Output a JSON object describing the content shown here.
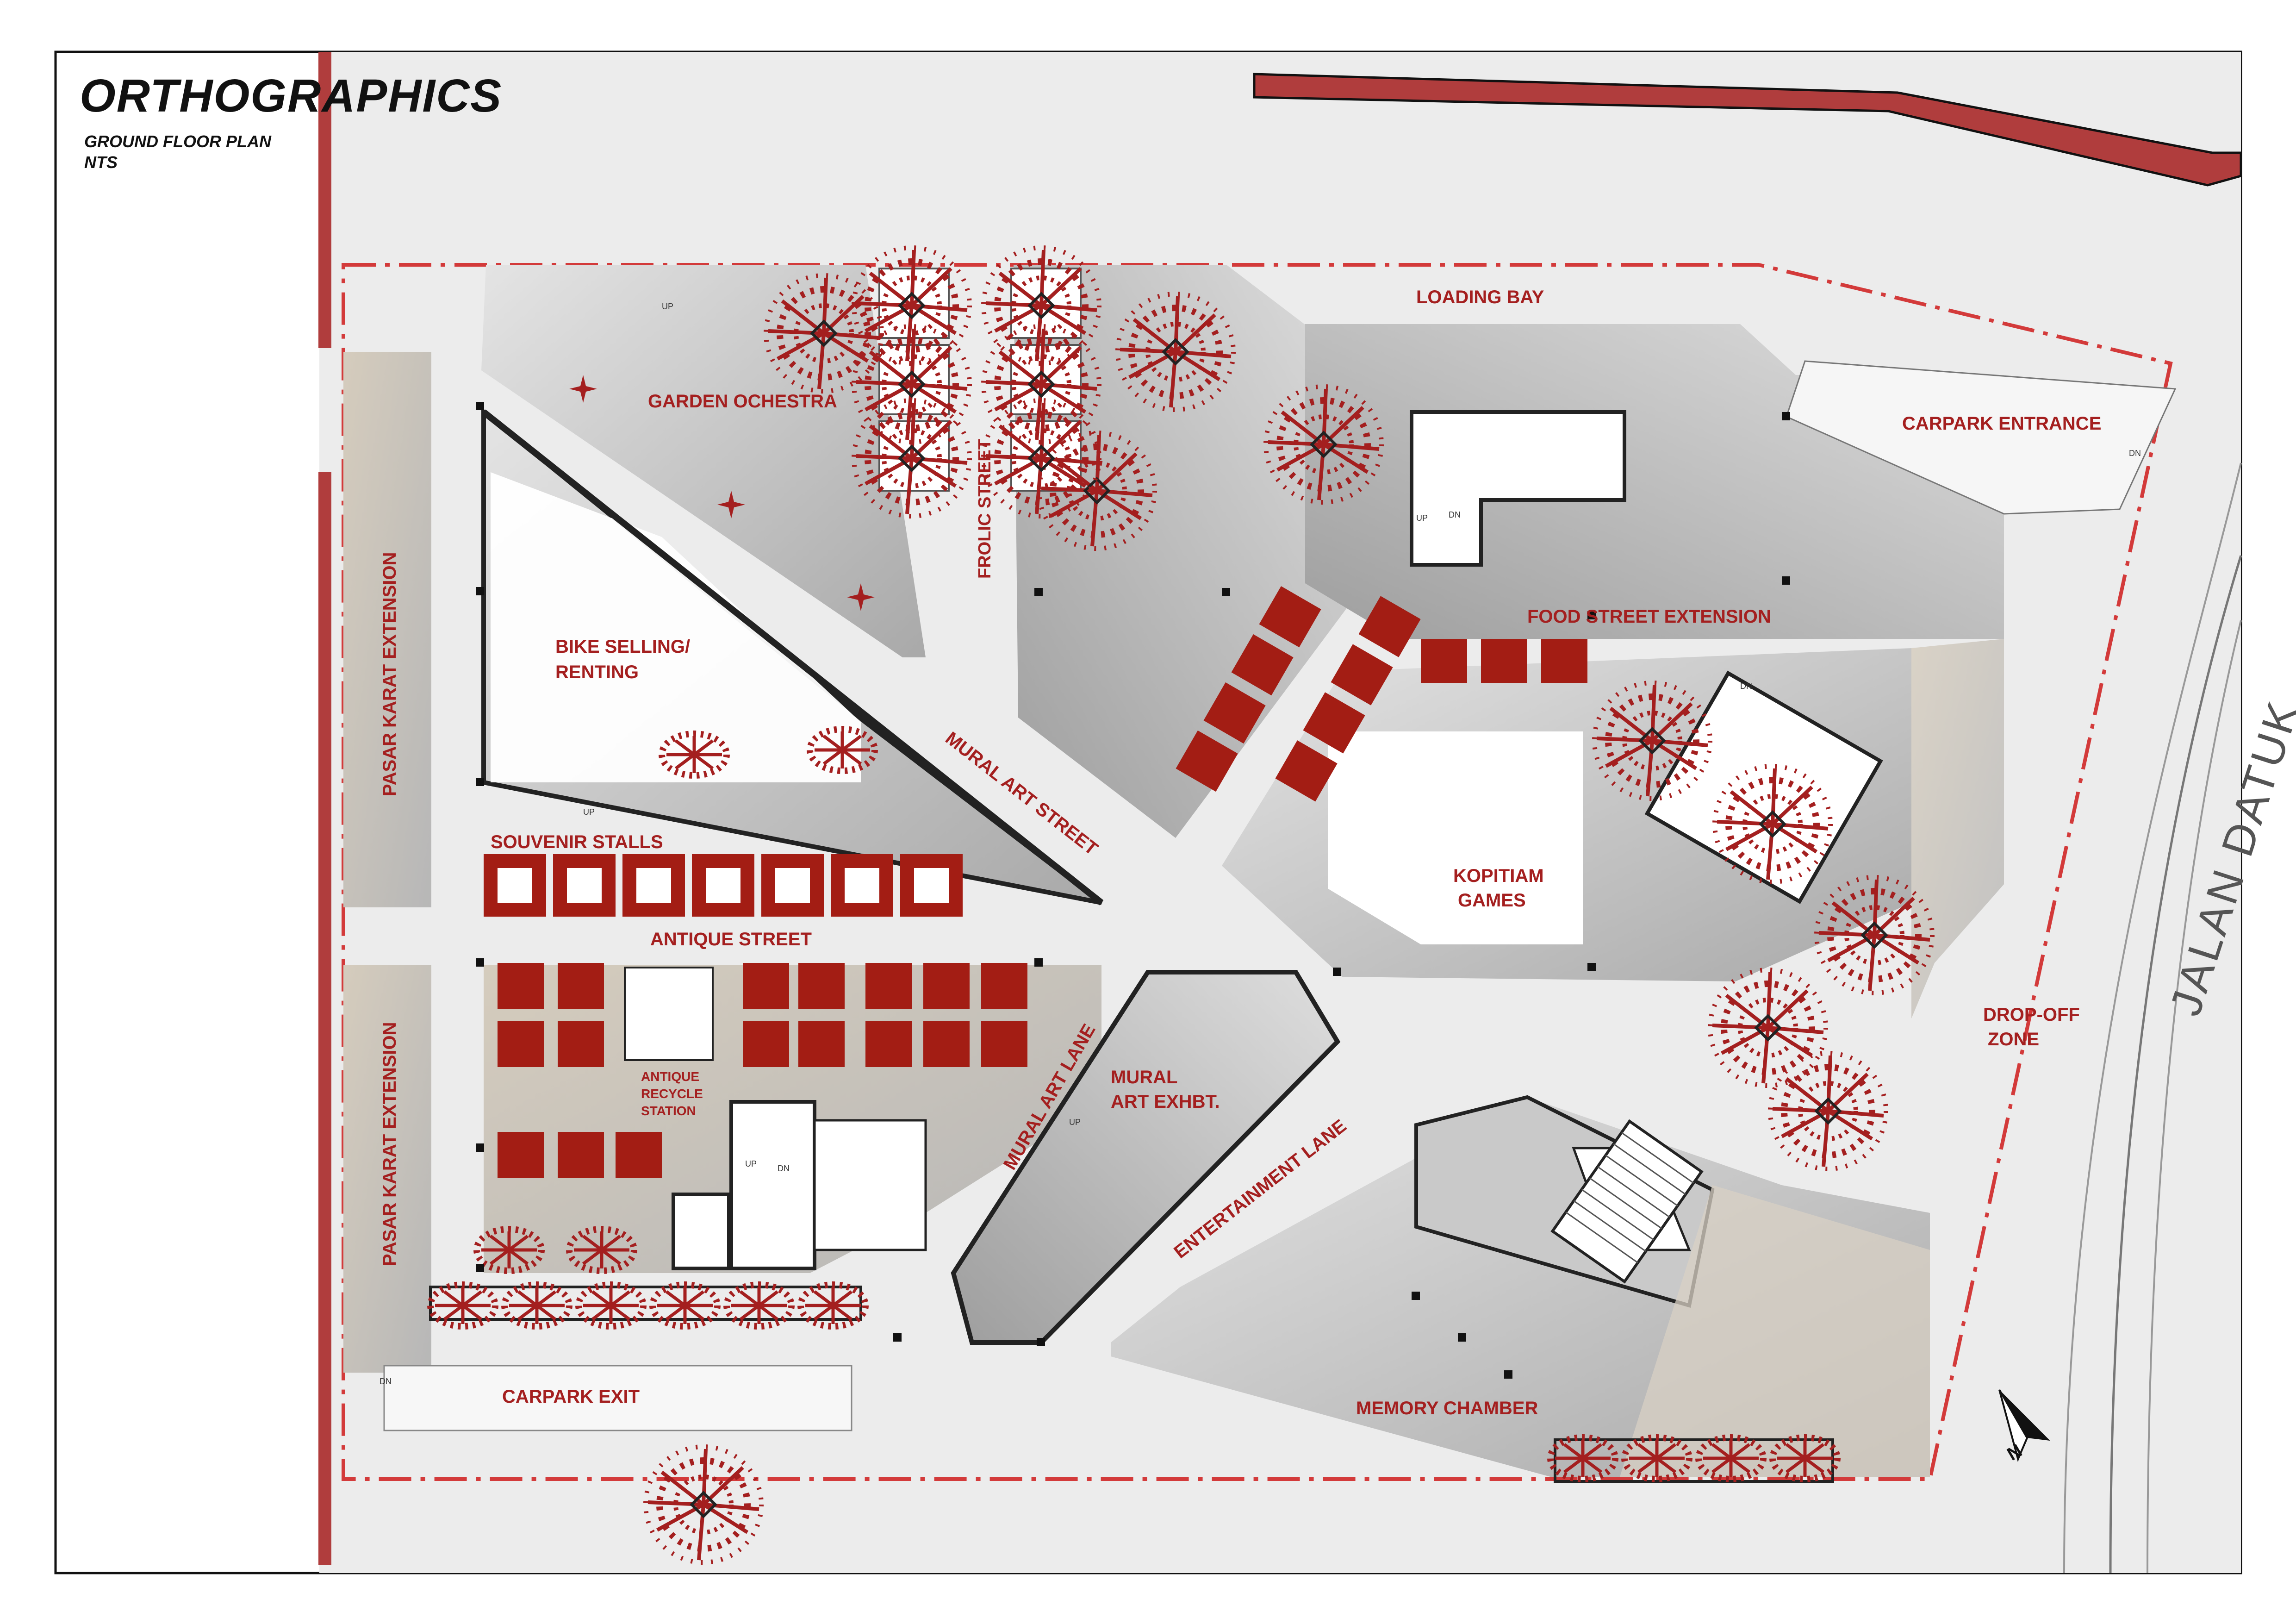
{
  "sheet": {
    "title": "ORTHOGRAPHICS",
    "subtitle": "GROUND FLOOR PLAN",
    "scale": "NTS"
  },
  "spaces": {
    "loading_bay": "LOADING BAY",
    "carpark_entrance": "CARPARK ENTRANCE",
    "garden_orchestra": "GARDEN OCHESTRA",
    "frolic_street": "FROLIC STREET",
    "food_street_extension": "FOOD STREET EXTENSION",
    "bike_selling_line1": "BIKE SELLING/",
    "bike_selling_line2": "RENTING",
    "pasar_karat_top": "PASAR KARAT EXTENSION",
    "pasar_karat_bottom": "PASAR KARAT EXTENSION",
    "mural_art_street": "MURAL ART STREET",
    "souvenir_stalls": "SOUVENIR STALLS",
    "antique_street": "ANTIQUE STREET",
    "kopitiam_line1": "KOPITIAM",
    "kopitiam_line2": "GAMES",
    "drop_off_line1": "DROP-OFF",
    "drop_off_line2": "ZONE",
    "mural_art_lane": "MURAL ART LANE",
    "mural_exhibit_line1": "MURAL",
    "mural_exhibit_line2": "ART EXHBT.",
    "antique_recycle_line1": "ANTIQUE",
    "antique_recycle_line2": "RECYCLE",
    "antique_recycle_line3": "STATION",
    "entertainment_lane": "ENTERTAINMENT LANE",
    "carpark_exit": "CARPARK EXIT",
    "memory_chamber": "MEMORY CHAMBER"
  },
  "annotations": {
    "road_name": "JALAN DATUK",
    "north_mark": "N",
    "up": "UP",
    "dn": "DN"
  },
  "colors": {
    "accent_red": "#a41f1f",
    "stall_red": "#a31d14",
    "paving": "#ececec",
    "block_grey": "#b9b9b9",
    "beige": "#d8d0c4",
    "boundary": "#c0392b"
  }
}
